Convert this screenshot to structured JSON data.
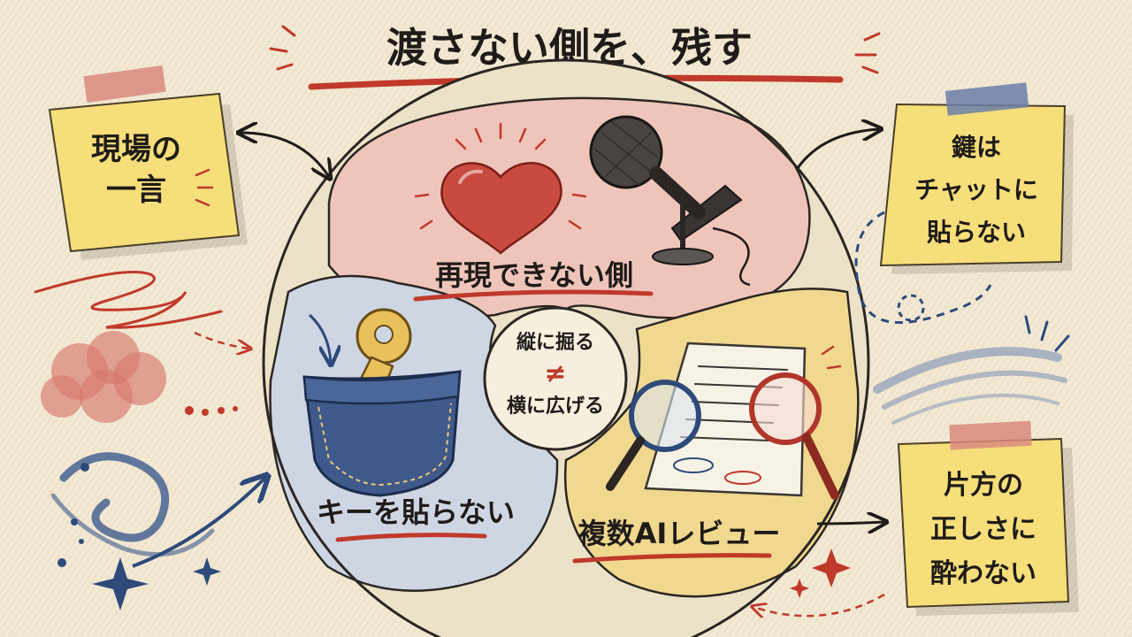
{
  "title": "渡さない側を、残す",
  "center": {
    "top_label": "再現できない側",
    "left_label": "キーを貼らない",
    "right_label": "複数AIレビュー",
    "core_line1": "縦に掘る",
    "core_symbol": "≠",
    "core_line2": "横に広げる"
  },
  "notes": {
    "top_left": [
      "現場の",
      "一言"
    ],
    "top_right": [
      "鍵は",
      "チャットに",
      "貼らない"
    ],
    "bottom_right": [
      "片方の",
      "正しさに",
      "酔わない"
    ]
  },
  "colors": {
    "paper": "#f3e9d3",
    "ink": "#1f1b18",
    "accent_red": "#c0392b",
    "accent_blue": "#2e4a7a",
    "note_yellow": "#f6de7a",
    "region_red": "#efc5bb",
    "region_blue": "#cfd6e3",
    "region_yellow": "#f0d88f"
  },
  "icons": [
    "heart-icon",
    "microphone-icon",
    "key-icon",
    "pocket-icon",
    "document-icon",
    "magnifier-icon"
  ]
}
